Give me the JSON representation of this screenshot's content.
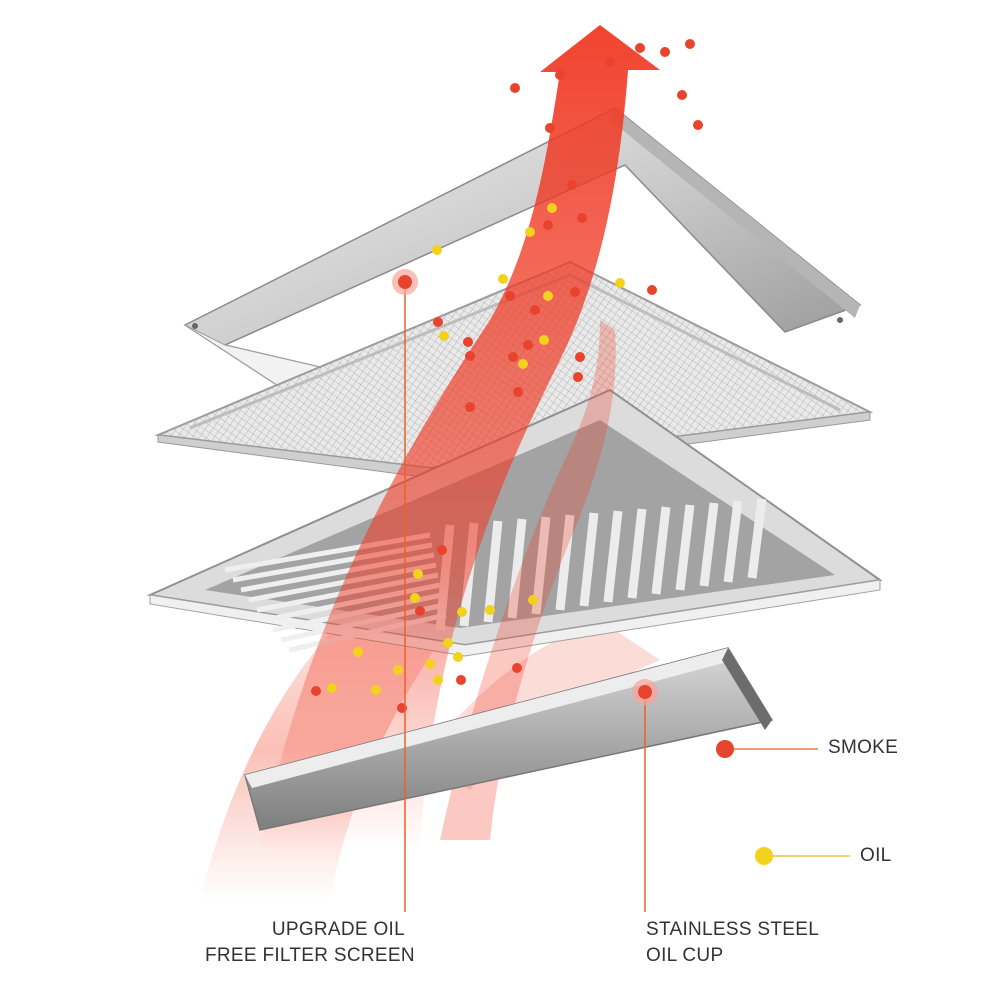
{
  "legend": {
    "smoke": {
      "label": "SMOKE",
      "color": "#e8432c"
    },
    "oil": {
      "label": "OIL",
      "color": "#f2d21c"
    }
  },
  "callouts": {
    "filter_screen": {
      "line1": "UPGRADE OIL",
      "line2": "FREE FILTER SCREEN"
    },
    "oil_cup": {
      "line1": "STAINLESS STEEL",
      "line2": "OIL CUP"
    }
  },
  "colors": {
    "airflow": "#f03a25",
    "metal_light": "#eeeeee",
    "metal_dark": "#9a9a9a",
    "leader_line": "#e8622c"
  }
}
